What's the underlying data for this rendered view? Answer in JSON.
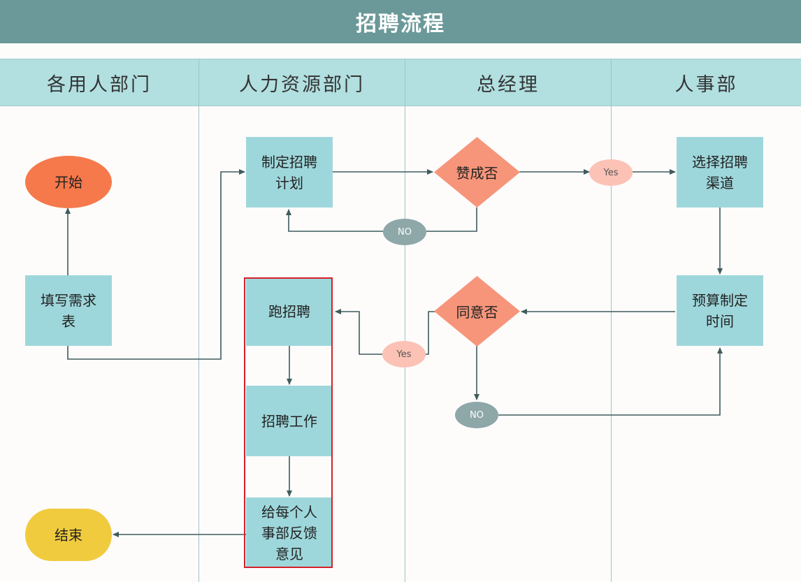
{
  "title": "招聘流程",
  "lanes": [
    {
      "label": "各用人部门"
    },
    {
      "label": "人力资源部门"
    },
    {
      "label": "总经理"
    },
    {
      "label": "人事部"
    }
  ],
  "nodes": {
    "start": {
      "label": "开始"
    },
    "fill_form": {
      "label": "填写需求\n表"
    },
    "end": {
      "label": "结束"
    },
    "make_plan": {
      "label": "制定招聘\n计划"
    },
    "run_recruit": {
      "label": "跑招聘"
    },
    "recruit_work": {
      "label": "招聘工作"
    },
    "feedback": {
      "label": "给每个人\n事部反馈\n意见"
    },
    "approve_plan": {
      "label": "赞成否"
    },
    "agree": {
      "label": "同意否"
    },
    "choose_channel": {
      "label": "选择招聘\n渠道"
    },
    "budget": {
      "label": "预算制定\n时间"
    }
  },
  "tags": {
    "yes_top": "Yes",
    "no_top": "NO",
    "yes_mid": "Yes",
    "no_bottom": "NO"
  },
  "colors": {
    "title_bar": "#6b9898",
    "lane_header": "#b2dfe0",
    "process": "#9ed7db",
    "decision": "#f7957a",
    "start": "#f5794b",
    "end": "#f0cb3e",
    "yes_tag": "#fbc2b5",
    "no_tag": "#8ea7a9",
    "connector": "#3f5b5c",
    "highlight": "#d4202a"
  }
}
